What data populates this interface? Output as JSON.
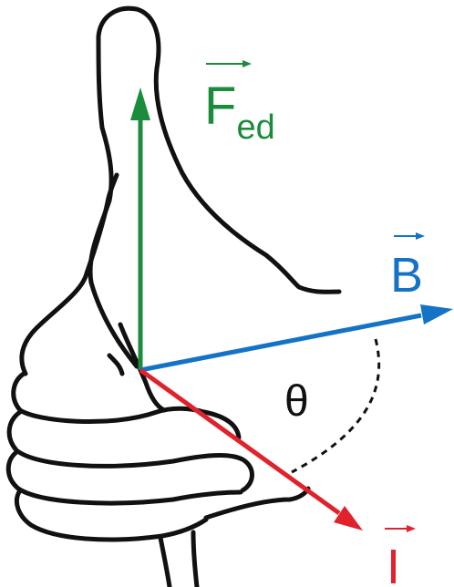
{
  "diagram": {
    "force": {
      "main": "F",
      "subscript": "ed"
    },
    "magnetic_field": {
      "main": "B"
    },
    "current": {
      "main": "I"
    },
    "angle": {
      "symbol": "θ"
    },
    "colors": {
      "force": "#1b8c3c",
      "magnetic_field": "#1573c6",
      "current": "#e0222c",
      "hand_outline": "#111111",
      "angle_arc": "#111111"
    }
  }
}
